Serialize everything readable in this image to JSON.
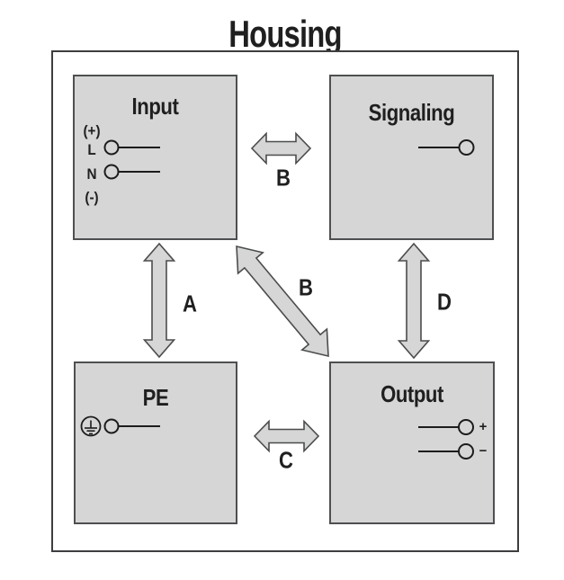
{
  "title": "Housing",
  "colors": {
    "background": "#ffffff",
    "box_fill": "#d5d6d5",
    "box_border": "#4e4f51",
    "outer_border": "#3e3e40",
    "arrow_fill": "#d5d6d5",
    "arrow_stroke": "#4b4c4e",
    "connector_stroke": "#1c1c1c",
    "text": "#1f1f1f"
  },
  "boxes": {
    "input": {
      "title": "Input",
      "rows": [
        {
          "label": "(+)"
        },
        {
          "label": "L"
        },
        {
          "label": "N"
        },
        {
          "label": "(-)"
        }
      ]
    },
    "signaling": {
      "title": "Signaling"
    },
    "pe": {
      "title": "PE"
    },
    "output": {
      "title": "Output",
      "rows": [
        {
          "label": "+"
        },
        {
          "label": "−"
        }
      ]
    }
  },
  "arrows": {
    "a": {
      "label": "A"
    },
    "b_horizontal": {
      "label": "B"
    },
    "b_diagonal": {
      "label": "B"
    },
    "c": {
      "label": "C"
    },
    "d": {
      "label": "D"
    }
  }
}
